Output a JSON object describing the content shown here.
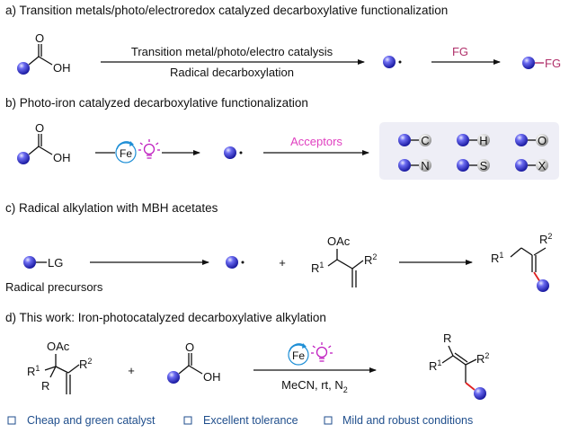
{
  "sections": {
    "a": {
      "heading": "a) Transition metals/photo/electroredox catalyzed decarboxylative functionalization",
      "arrow1_top": "Transition metal/photo/electro catalysis",
      "arrow1_bottom": "Radical decarboxylation",
      "arrow2_top": "FG",
      "product_label": "FG"
    },
    "b": {
      "heading": "b) Photo-iron catalyzed decarboxylative functionalization",
      "catalyst": "Fe",
      "arrow_label": "Acceptors",
      "products": [
        "C",
        "H",
        "O",
        "N",
        "S",
        "X"
      ]
    },
    "c": {
      "heading": "c) Radical alkylation with MBH acetates",
      "leaving_group": "LG",
      "precursor_caption": "Radical precursors",
      "plus": "+"
    },
    "d": {
      "heading": "d) This work: Iron-photocatalyzed decarboxylative alkylation",
      "catalyst": "Fe",
      "conditions": "MeCN, rt, N",
      "conditions_sub": "2",
      "plus": "+"
    }
  },
  "atoms": {
    "O": "O",
    "OH": "OH",
    "OAc": "OAc",
    "R": "R",
    "R1": "R",
    "R2": "R",
    "sup1": "1",
    "sup2": "2"
  },
  "features": [
    "Cheap and green catalyst",
    "Excellent tolerance",
    "Mild and robust conditions"
  ],
  "colors": {
    "sphere": "#3a3ad8",
    "fg": "#b0306a",
    "acceptors": "#e040c0",
    "bulb": "#c020c0",
    "fe": "#1e8fd6",
    "red_bond": "#e02020",
    "panel": "#eeeef6",
    "feature": "#1f4e8c"
  }
}
